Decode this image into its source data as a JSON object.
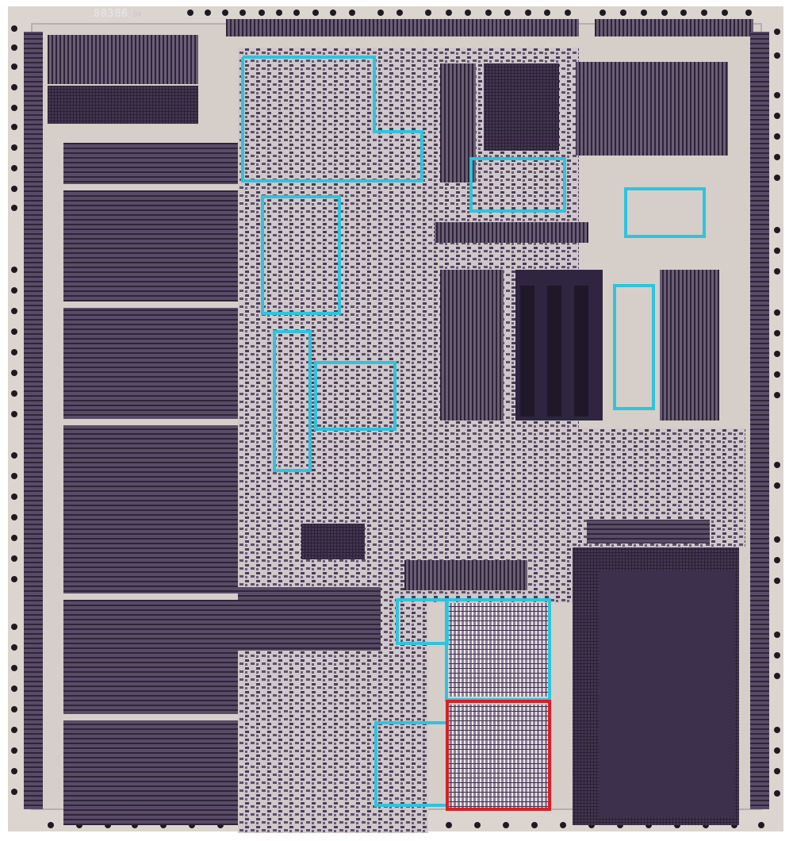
{
  "die": {
    "marking": "80386",
    "marking_suffix": "DX"
  },
  "colors": {
    "substrate": "#d9d2cc",
    "metal_dark": "#3a2f48",
    "metal_mid": "#5b4c69",
    "pad": "#1e1a22",
    "highlight_cyan": "#2ec4dd",
    "highlight_red": "#d81f26"
  },
  "highlights": [
    {
      "id": "region-1",
      "color": "cyan"
    },
    {
      "id": "region-2",
      "color": "cyan"
    },
    {
      "id": "region-3",
      "color": "cyan"
    },
    {
      "id": "region-4",
      "color": "cyan"
    },
    {
      "id": "region-5",
      "color": "cyan"
    },
    {
      "id": "region-6",
      "color": "cyan"
    },
    {
      "id": "region-7",
      "color": "cyan"
    },
    {
      "id": "region-8",
      "color": "cyan"
    },
    {
      "id": "region-9",
      "color": "cyan"
    },
    {
      "id": "region-10",
      "color": "cyan"
    },
    {
      "id": "region-11",
      "color": "cyan"
    },
    {
      "id": "region-12",
      "color": "red"
    }
  ]
}
